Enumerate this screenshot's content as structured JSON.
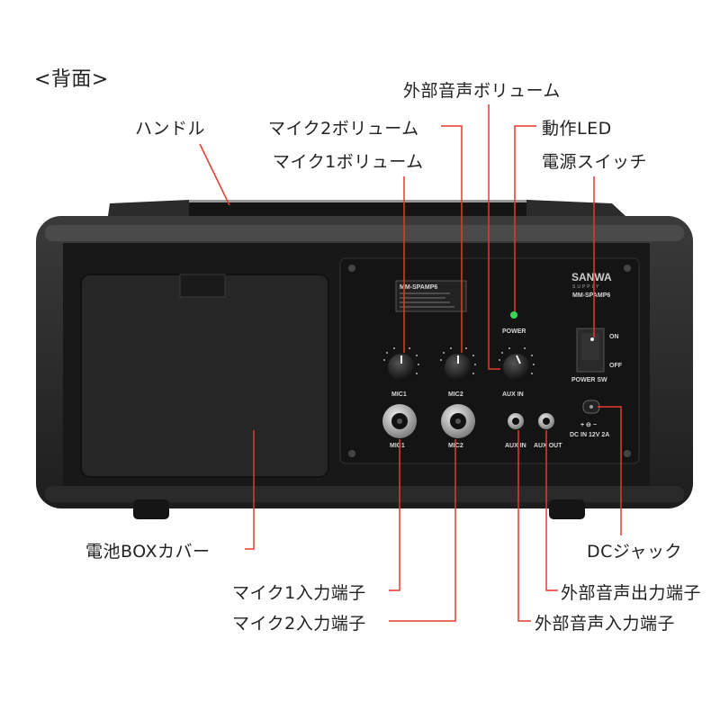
{
  "title": "<背面>",
  "labels": {
    "handle": "ハンドル",
    "aux_volume": "外部音声ボリューム",
    "mic2_volume": "マイク2ボリューム",
    "mic1_volume": "マイク1ボリューム",
    "led": "動作LED",
    "power_switch": "電源スイッチ",
    "battery_cover": "電池BOXカバー",
    "mic1_input": "マイク1入力端子",
    "mic2_input": "マイク2入力端子",
    "dc_jack": "DCジャック",
    "aux_output": "外部音声出力端子",
    "aux_input": "外部音声入力端子"
  },
  "panel": {
    "brand": "SANWA",
    "brand_sub": "SUPPLY",
    "model": "MM-SPAMP6",
    "model_plate": "MM-SPAMP6",
    "power": "POWER",
    "on": "ON",
    "off": "OFF",
    "power_sw": "POWER SW",
    "mic1": "MIC1",
    "mic2": "MIC2",
    "aux_in": "AUX IN",
    "aux_out": "AUX OUT",
    "dc_in": "DC IN 12V 2A",
    "polarity": "+ ⊖ −"
  },
  "colors": {
    "leader": "#e8392b",
    "led": "#3cd45a"
  }
}
